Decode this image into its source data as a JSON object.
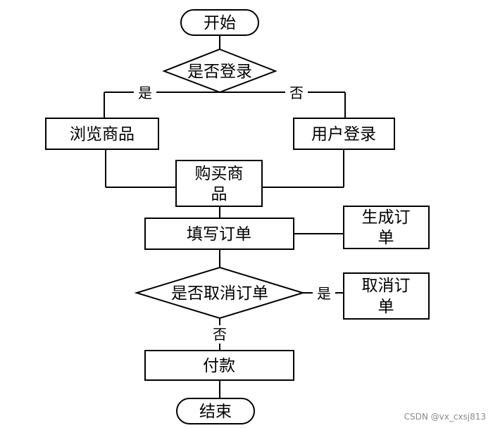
{
  "nodes": {
    "start": "开始",
    "is_logged_in": "是否登录",
    "browse_products": "浏览商品",
    "user_login": "用户登录",
    "buy_products_line1": "购买商",
    "buy_products_line2": "品",
    "fill_order": "填写订单",
    "generate_order_line1": "生成订",
    "generate_order_line2": "单",
    "cancel_order_decision": "是否取消订单",
    "cancel_order_line1": "取消订",
    "cancel_order_line2": "单",
    "pay": "付款",
    "end": "结束"
  },
  "edges": {
    "login_yes": "是",
    "login_no": "否",
    "cancel_yes": "是",
    "cancel_no": "否"
  },
  "watermark": "CSDN @vx_cxsj813"
}
